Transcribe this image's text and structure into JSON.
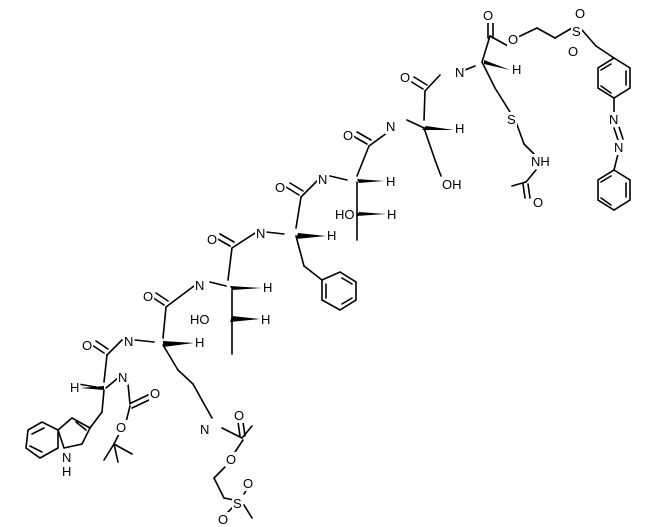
{
  "labels": {
    "o_ester": "O",
    "o_ester_link": "O",
    "s_sulfone_top": "S",
    "o_sulf_top_a": "O",
    "o_sulf_top_b": "O",
    "n_azo_a": "N",
    "n_azo_b": "N",
    "nh_cys": "N",
    "h_cys": "H",
    "s_thioether": "S",
    "nh_acetamido": "NH",
    "o_acetamido": "O",
    "o_amide_1": "O",
    "nh_ser": "N",
    "h_ser": "H",
    "oh_ser": "OH",
    "o_amide_2": "O",
    "nh_thr2": "N",
    "h_thr2": "H",
    "ho_thr2": "HO",
    "h_thr2_b": "H",
    "o_amide_3": "O",
    "nh_phe": "N",
    "h_phe": "H",
    "o_amide_4": "O",
    "nh_thr1": "N",
    "h_thr1": "H",
    "ho_thr1": "HO",
    "h_thr1_b": "H",
    "o_amide_5": "O",
    "nh_lys": "N",
    "h_lys": "H",
    "o_amide_6": "O",
    "h_trp": "H",
    "n_boc": "N",
    "o_boc_carbonyl": "O",
    "o_boc_link": "O",
    "nh_indole": "N",
    "h_indole": "H",
    "nh_lys_side": "N",
    "o_carbamate_carbonyl": "O",
    "o_carbamate_link": "O",
    "s_sulfone_bottom": "S",
    "o_sulf_bot_a": "O",
    "o_sulf_bot_b": "O"
  }
}
